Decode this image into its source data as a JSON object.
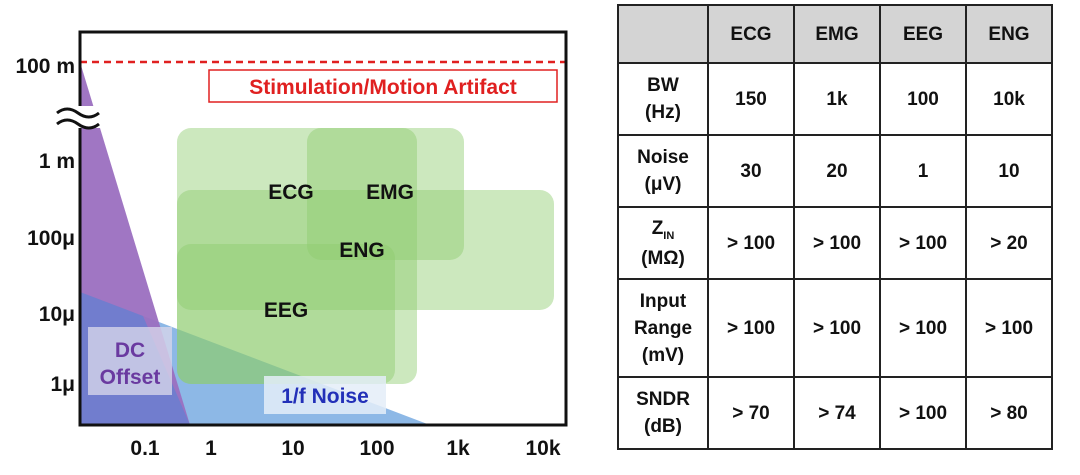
{
  "diagram": {
    "y_tick_labels": [
      "100 m",
      "1 m",
      "100μ",
      "10μ",
      "1μ"
    ],
    "x_tick_labels": [
      "0.1",
      "1",
      "10",
      "100",
      "1k",
      "10k"
    ],
    "artifact_label": "Stimulation/Motion Artifact",
    "dc_offset_lines": [
      "DC",
      "Offset"
    ],
    "flicker_noise_label": "1/f Noise",
    "signal_labels": {
      "ecg": "ECG",
      "emg": "EMG",
      "eng": "ENG",
      "eeg": "EEG"
    },
    "colors": {
      "artifact": "#e02020",
      "dc_offset": "#9b6fc0",
      "flicker_noise": "#8db8e6",
      "signal_region": "#8fcc6e"
    }
  },
  "table": {
    "columns": [
      "ECG",
      "EMG",
      "EEG",
      "ENG"
    ],
    "rows": [
      {
        "label_lines": [
          "BW",
          "(Hz)"
        ],
        "values": [
          "150",
          "1k",
          "100",
          "10k"
        ]
      },
      {
        "label_lines": [
          "Noise",
          "(μV)"
        ],
        "values": [
          "30",
          "20",
          "1",
          "10"
        ]
      },
      {
        "label_main": "Z",
        "label_sub": "IN",
        "label_unit": "(MΩ)",
        "values": [
          "> 100",
          "> 100",
          "> 100",
          "> 20"
        ]
      },
      {
        "label_lines": [
          "Input",
          "Range",
          "(mV)"
        ],
        "values": [
          "> 100",
          "> 100",
          "> 100",
          "> 100"
        ]
      },
      {
        "label_lines": [
          "SNDR",
          "(dB)"
        ],
        "values": [
          "> 70",
          "> 74",
          "> 100",
          "> 80"
        ]
      }
    ]
  }
}
